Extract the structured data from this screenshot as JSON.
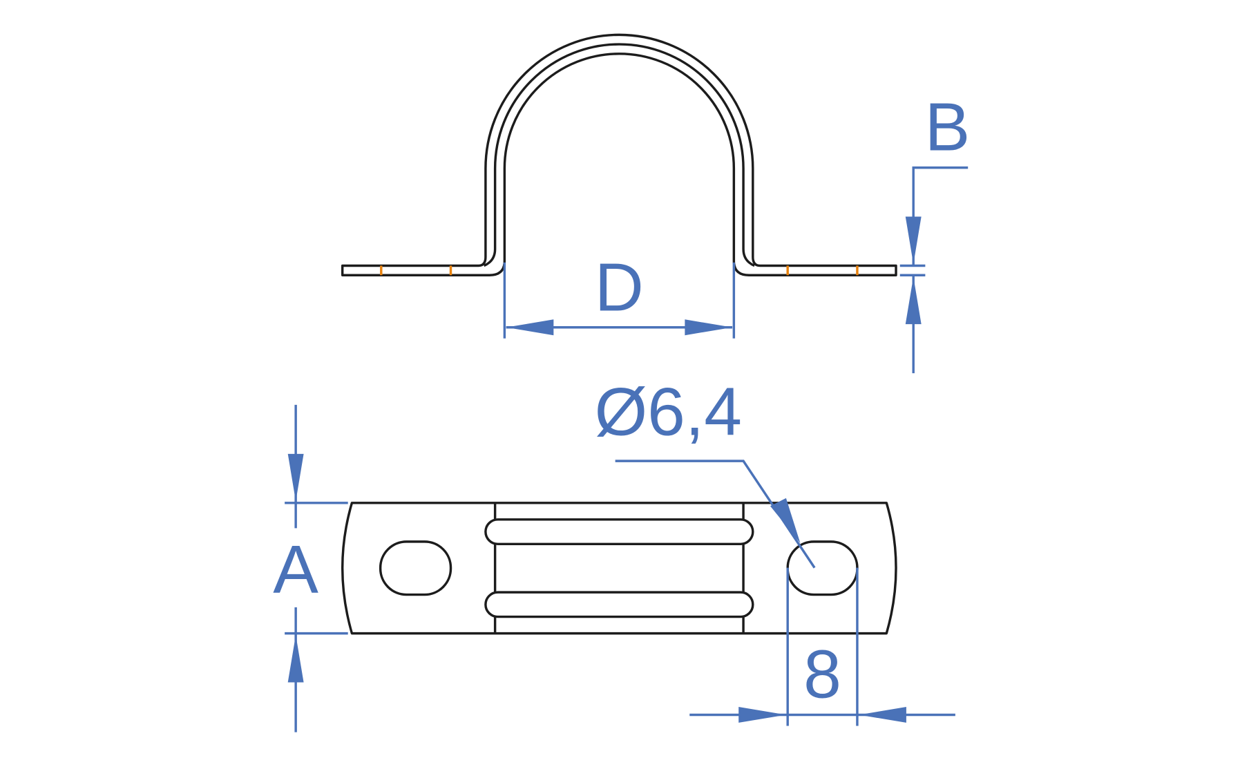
{
  "drawing": {
    "labels": {
      "D": "D",
      "B": "B",
      "A": "A",
      "hole_diameter": "Ø6,4",
      "slot_width": "8"
    },
    "colors": {
      "outline": "#1c1c1c",
      "dimension": "#4a72b8",
      "marker": "#e8820e"
    }
  }
}
